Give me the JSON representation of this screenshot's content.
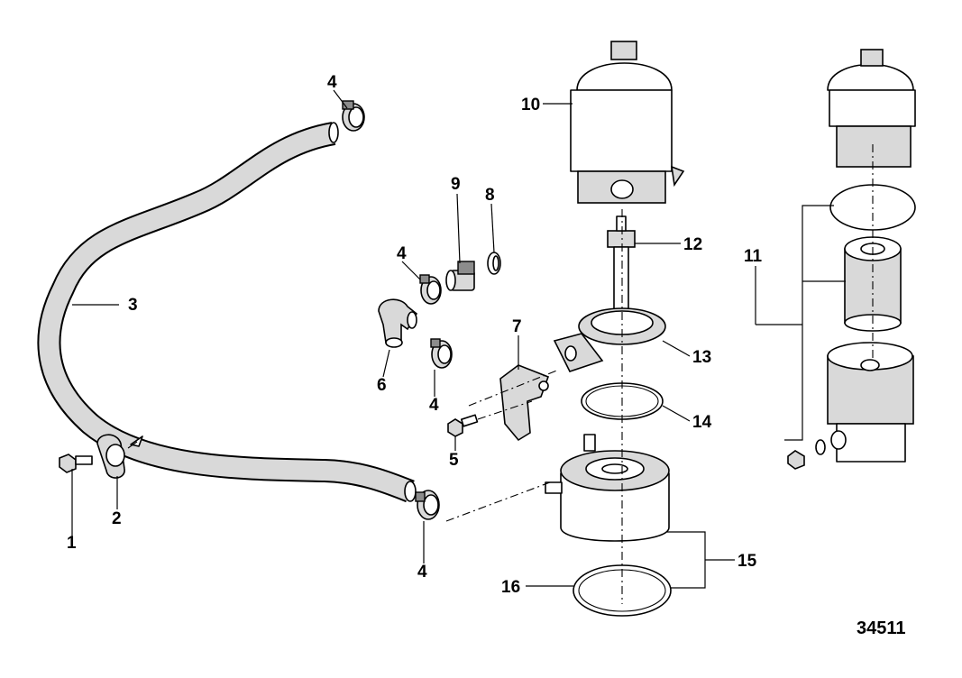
{
  "callouts": {
    "c1": "1",
    "c2": "2",
    "c3": "3",
    "c4a": "4",
    "c4b": "4",
    "c4c": "4",
    "c4d": "4",
    "c5": "5",
    "c6": "6",
    "c7": "7",
    "c8": "8",
    "c9": "9",
    "c10": "10",
    "c11": "11",
    "c12": "12",
    "c13": "13",
    "c14": "14",
    "c15": "15",
    "c16": "16"
  },
  "figure_number": "34511"
}
